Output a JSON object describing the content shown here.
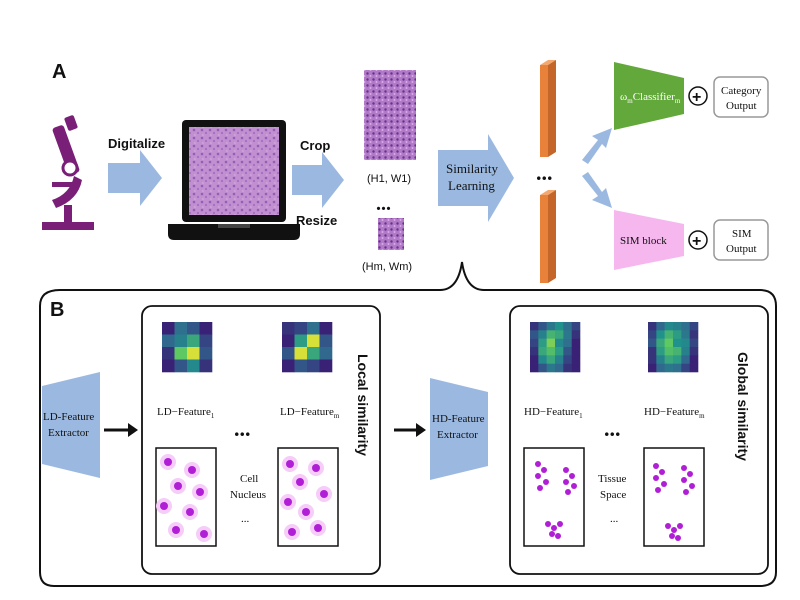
{
  "panel_a": {
    "label": "A",
    "step_digitalize": "Digitalize",
    "step_crop": "Crop",
    "step_resize": "Resize",
    "patch_top_label": "(H1, W1)",
    "patch_ellipsis": "...",
    "patch_bottom_label": "(Hm, Wm)",
    "similarity_line1": "Similarity",
    "similarity_line2": "Learning",
    "feature_ellipsis": "...",
    "classifier_prefix": "ω",
    "classifier_sub1": "m",
    "classifier_mid": "Classifier",
    "classifier_sub2": "m",
    "category_line1": "Category",
    "category_line2": "Output",
    "sim_block": "SIM block",
    "sim_output_line1": "SIM",
    "sim_output_line2": "Output",
    "plus_symbol": "+"
  },
  "panel_b": {
    "label": "B",
    "ld_extractor_line1": "LD-Feature",
    "ld_extractor_line2": "Extractor",
    "hd_extractor_line1": "HD-Feature",
    "hd_extractor_line2": "Extractor",
    "ld_feature_1": "LD−Feature",
    "ld_feature_1_sub": "1",
    "ld_feature_m": "LD−Feature",
    "ld_feature_m_sub": "m",
    "hd_feature_1": "HD−Feature",
    "hd_feature_1_sub": "1",
    "hd_feature_m": "HD−Feature",
    "hd_feature_m_sub": "m",
    "ellipsis": "...",
    "cell_line1": "Cell",
    "cell_line2": "Nucleus",
    "cell_line3": "...",
    "tissue_line1": "Tissue",
    "tissue_line2": "Space",
    "tissue_line3": "...",
    "local_title": "Local similarity",
    "global_title": "Global similarity"
  },
  "colors": {
    "arrow_blue": "#9bb9e0",
    "microscope_purple": "#7a1f78",
    "bar_orange": "#e8823a",
    "classifier_green": "#63a83a",
    "sim_pink": "#f6b7ef",
    "nucleus_purple": "#b01fd6",
    "heat_dark": "#3b0f6f",
    "heat_yellow": "#f5e62d"
  },
  "heatmaps": {
    "ld_1": [
      [
        0.05,
        0.3,
        0.2,
        0.05
      ],
      [
        0.25,
        0.4,
        0.6,
        0.15
      ],
      [
        0.1,
        0.75,
        0.95,
        0.2
      ],
      [
        0.05,
        0.2,
        0.45,
        0.1
      ]
    ],
    "ld_m": [
      [
        0.1,
        0.15,
        0.3,
        0.05
      ],
      [
        0.05,
        0.55,
        0.95,
        0.2
      ],
      [
        0.2,
        0.95,
        0.6,
        0.25
      ],
      [
        0.05,
        0.2,
        0.15,
        0.05
      ]
    ],
    "hd_1": [
      [
        0.1,
        0.2,
        0.35,
        0.5,
        0.3,
        0.15
      ],
      [
        0.2,
        0.4,
        0.65,
        0.6,
        0.35,
        0.1
      ],
      [
        0.15,
        0.55,
        0.8,
        0.45,
        0.3,
        0.05
      ],
      [
        0.1,
        0.6,
        0.7,
        0.55,
        0.2,
        0.05
      ],
      [
        0.05,
        0.45,
        0.6,
        0.4,
        0.15,
        0.05
      ],
      [
        0.05,
        0.2,
        0.35,
        0.25,
        0.1,
        0.05
      ]
    ],
    "hd_m": [
      [
        0.1,
        0.25,
        0.45,
        0.4,
        0.3,
        0.15
      ],
      [
        0.15,
        0.5,
        0.65,
        0.55,
        0.35,
        0.1
      ],
      [
        0.2,
        0.6,
        0.75,
        0.5,
        0.45,
        0.15
      ],
      [
        0.1,
        0.55,
        0.7,
        0.65,
        0.4,
        0.1
      ],
      [
        0.1,
        0.4,
        0.6,
        0.55,
        0.25,
        0.05
      ],
      [
        0.05,
        0.25,
        0.35,
        0.3,
        0.15,
        0.05
      ]
    ]
  }
}
